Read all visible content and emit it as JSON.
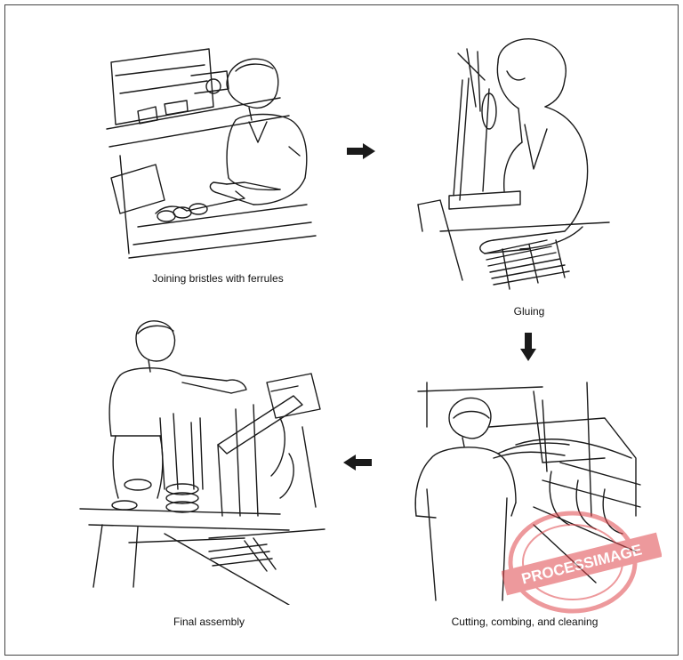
{
  "steps": [
    {
      "label": "Joining bristles with ferrules"
    },
    {
      "label": "Gluing"
    },
    {
      "label": "Cutting, combing, and cleaning"
    },
    {
      "label": "Final assembly"
    }
  ],
  "arrows": [
    {
      "direction": "right"
    },
    {
      "direction": "down"
    },
    {
      "direction": "left"
    }
  ],
  "watermark": {
    "text": "PROCESSIMAGE",
    "color": "#e0474c"
  },
  "colors": {
    "line": "#1a1a1a",
    "background": "#ffffff"
  }
}
